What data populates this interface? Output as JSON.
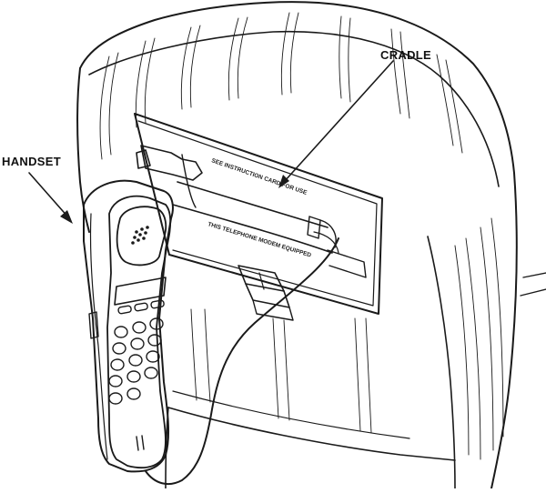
{
  "labels": {
    "handset": "HANDSET",
    "cradle": "CRADLE"
  },
  "printed_text": {
    "instruction": "SEE INSTRUCTION CARD FOR USE",
    "modem": "THIS TELEPHONE MODEM EQUIPPED"
  },
  "colors": {
    "line": "#1a1a1a",
    "background": "#ffffff"
  }
}
